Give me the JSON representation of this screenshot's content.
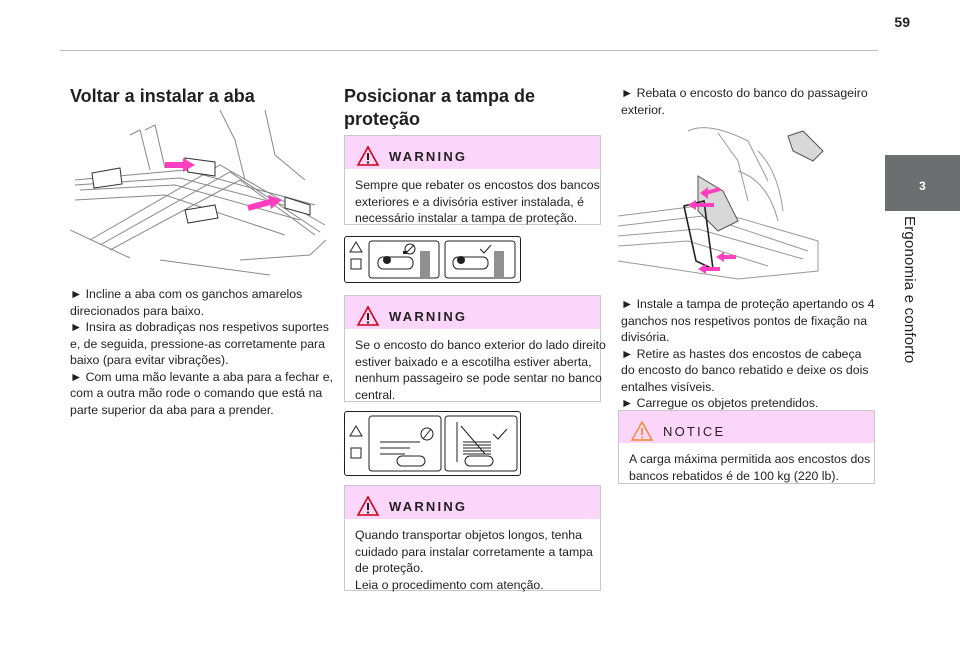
{
  "page": {
    "number": "59"
  },
  "side_tab": {
    "chapter_number": "3",
    "chapter_title": "Ergonomia e conforto"
  },
  "column1": {
    "title": "Voltar a instalar a aba",
    "lines": [
      "►  Incline a aba com os ganchos amarelos",
      "direcionados para baixo.",
      "►  Insira as dobradiças nos respetivos suportes",
      "e, de seguida, pressione-as corretamente para",
      "baixo (para evitar vibrações).",
      "►  Com uma mão levante a aba para a fechar e,",
      "com a outra mão rode o comando que está na",
      "parte superior da aba para a prender."
    ]
  },
  "column2": {
    "title_line1": "Posicionar a tampa de",
    "title_line2": "proteção",
    "warning1": {
      "label": "WARNING",
      "lines": [
        "Sempre que rebater os encostos dos bancos",
        "exteriores e a divisória estiver instalada, é",
        "necessário instalar a tampa de proteção."
      ]
    },
    "warning2": {
      "label": "WARNING",
      "lines": [
        "Se o encosto do banco exterior do lado direito",
        "estiver baixado e a escotilha estiver aberta,",
        "nenhum passageiro se pode sentar no banco",
        "central."
      ]
    },
    "warning3": {
      "label": "WARNING",
      "lines": [
        "Quando transportar objetos longos, tenha",
        "cuidado para instalar corretamente a tampa",
        "de proteção.",
        "Leia o procedimento com atenção."
      ]
    }
  },
  "column3": {
    "intro_lines": [
      "►  Rebata o encosto do banco do passageiro",
      "exterior."
    ],
    "lines": [
      "►  Instale a tampa de proteção apertando os 4",
      "ganchos nos respetivos pontos de fixação na",
      "divisória.",
      "►  Retire as hastes dos encostos de cabeça",
      "do encosto do banco rebatido e deixe os dois",
      "entalhes visíveis.",
      "►  Carregue os objetos pretendidos."
    ],
    "notice": {
      "label": "NOTICE",
      "lines": [
        "A carga máxima permitida aos encostos dos",
        "bancos rebatidos é de 100 kg (220 lb)."
      ]
    }
  },
  "colors": {
    "callout_bg": "#fbd5fa",
    "arrow_magenta": "#ff3fbf",
    "side_tab": "#6d6e70",
    "warning_red": "#d0021b",
    "notice_orange": "#f08a24"
  }
}
